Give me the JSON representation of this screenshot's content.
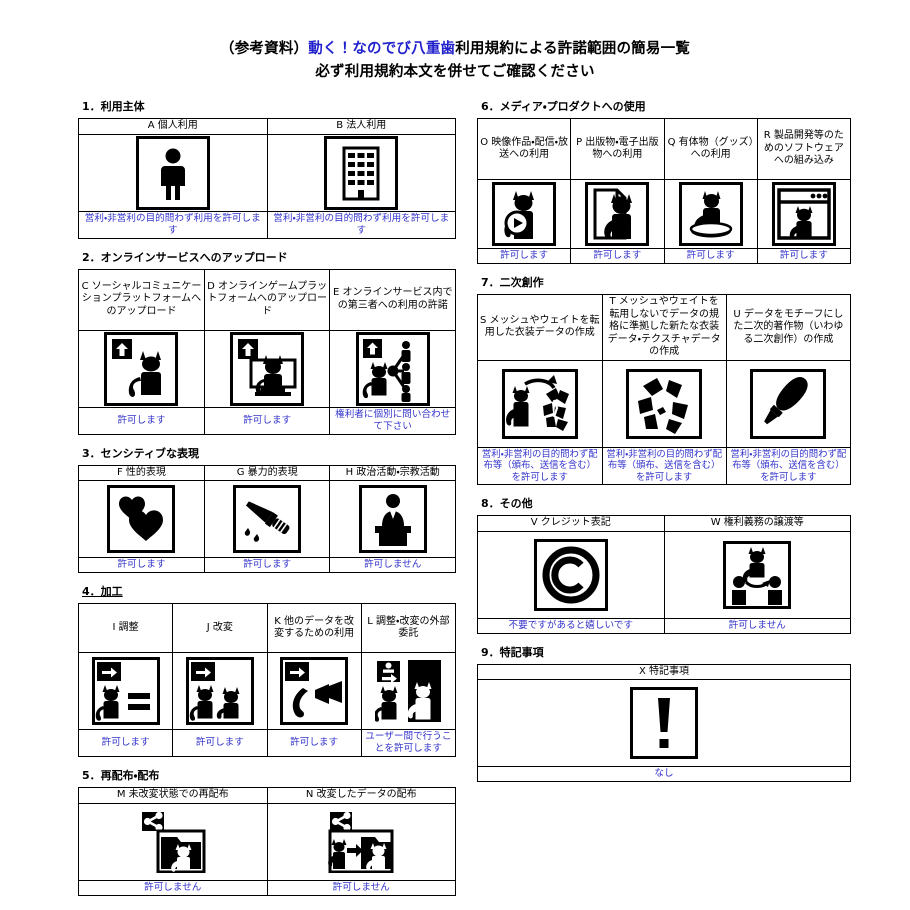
{
  "title": {
    "line1_pre": "（参考資料）",
    "line1_blue": "動く！なのでび八重歯",
    "line1_post": "利用規約による許諾範囲の簡易一覧",
    "line2": "必ず利用規約本文を併せてご確認ください"
  },
  "colors": {
    "note_blue": "#3333cc",
    "title_blue": "#2222cc",
    "border": "#000000",
    "background": "#ffffff"
  },
  "sections": [
    {
      "id": "s1",
      "heading": "1．利用主体",
      "cells": [
        {
          "code": "A",
          "label": "A 個人利用",
          "icon": "person-icon",
          "note": "営利・非営利の目的問わず利用を許可します"
        },
        {
          "code": "B",
          "label": "B 法人利用",
          "icon": "building-icon",
          "note": "営利・非営利の目的問わず利用を許可します"
        }
      ]
    },
    {
      "id": "s2",
      "heading": "2．オンラインサービスへのアップロード",
      "cells": [
        {
          "code": "C",
          "label": "C ソーシャルコミュニケーションプラットフォームへのアップロード",
          "icon": "upload-cat-icon",
          "note": "許可します"
        },
        {
          "code": "D",
          "label": "D オンラインゲームプラットフォームへのアップロード",
          "icon": "upload-cat-monitor-icon",
          "note": "許可します"
        },
        {
          "code": "E",
          "label": "E オンラインサービス内での第三者への利用の許諾",
          "icon": "share-cat-people-icon",
          "note": "権利者に個別に問い合わせて下さい"
        }
      ]
    },
    {
      "id": "s3",
      "heading": "3．センシティブな表現",
      "cells": [
        {
          "code": "F",
          "label": "F 性的表現",
          "icon": "hearts-icon",
          "note": "許可します"
        },
        {
          "code": "G",
          "label": "G 暴力的表現",
          "icon": "knife-icon",
          "note": "許可します"
        },
        {
          "code": "H",
          "label": "H 政治活動・宗教活動",
          "icon": "podium-speaker-icon",
          "note": "許可しません"
        }
      ]
    },
    {
      "id": "s4",
      "heading": "4．加工",
      "cells": [
        {
          "code": "I",
          "label": "I 調整",
          "icon": "arrow-cat-equals-icon",
          "note": "許可します"
        },
        {
          "code": "J",
          "label": "J 改変",
          "icon": "arrow-cat-cat-icon",
          "note": "許可します"
        },
        {
          "code": "K",
          "label": "K 他のデータを改変するための利用",
          "icon": "arrow-ribbon-icon",
          "note": "許可します"
        },
        {
          "code": "L",
          "label": "L 調整・改変の外部委託",
          "icon": "outsourcing-cat-icon",
          "note": "ユーザー間で行うことを許可します"
        }
      ]
    },
    {
      "id": "s5",
      "heading": "5．再配布・配布",
      "cells": [
        {
          "code": "M",
          "label": "M 未改変状態での再配布",
          "icon": "share-folder-cat-icon",
          "note": "許可しません"
        },
        {
          "code": "N",
          "label": "N 改変したデータの配布",
          "icon": "share-folder-modified-cat-icon",
          "note": "許可しません"
        }
      ]
    },
    {
      "id": "s6",
      "heading": "6．メディア・プロダクトへの使用",
      "cells": [
        {
          "code": "O",
          "label": "O 映像作品・配信・放送への利用",
          "icon": "play-cat-icon",
          "note": "許可します"
        },
        {
          "code": "P",
          "label": "P 出版物・電子出版物への利用",
          "icon": "document-cat-icon",
          "note": "許可します"
        },
        {
          "code": "Q",
          "label": "Q 有体物（グッズ）への利用",
          "icon": "figure-cat-icon",
          "note": "許可します"
        },
        {
          "code": "R",
          "label": "R 製品開発等のためのソフトウェアへの組み込み",
          "icon": "window-cat-icon",
          "note": "許可します"
        }
      ]
    },
    {
      "id": "s7",
      "heading": "7．二次創作",
      "cells": [
        {
          "code": "S",
          "label": "S メッシュやウェイトを転用した衣装データの作成",
          "icon": "cat-to-clothes-icon",
          "note": "営利・非営利の目的問わず配布等（頒布、送信を含む）を許可します"
        },
        {
          "code": "T",
          "label": "T メッシュやウェイトを転用しないでデータの規格に準拠した新たな衣装データ・テクスチャデータの作成",
          "icon": "clothes-icon",
          "note": "営利・非営利の目的問わず配布等（頒布、送信を含む）を許可します"
        },
        {
          "code": "U",
          "label": "U データをモチーフにした二次的著作物（いわゆる二次創作）の作成",
          "icon": "brush-icon",
          "note": "営利・非営利の目的問わず配布等（頒布、送信を含む）を許可します"
        }
      ]
    },
    {
      "id": "s8",
      "heading": "8．その他",
      "cells": [
        {
          "code": "V",
          "label": "V クレジット表記",
          "icon": "copyright-icon",
          "note": "不要ですがあると嬉しいです"
        },
        {
          "code": "W",
          "label": "W 権利義務の譲渡等",
          "icon": "transfer-cat-icon",
          "note": "許可しません"
        }
      ]
    },
    {
      "id": "s9",
      "heading": "9．特記事項",
      "cells": [
        {
          "code": "X",
          "label": "X 特記事項",
          "icon": "exclamation-icon",
          "note": "なし"
        }
      ]
    }
  ]
}
